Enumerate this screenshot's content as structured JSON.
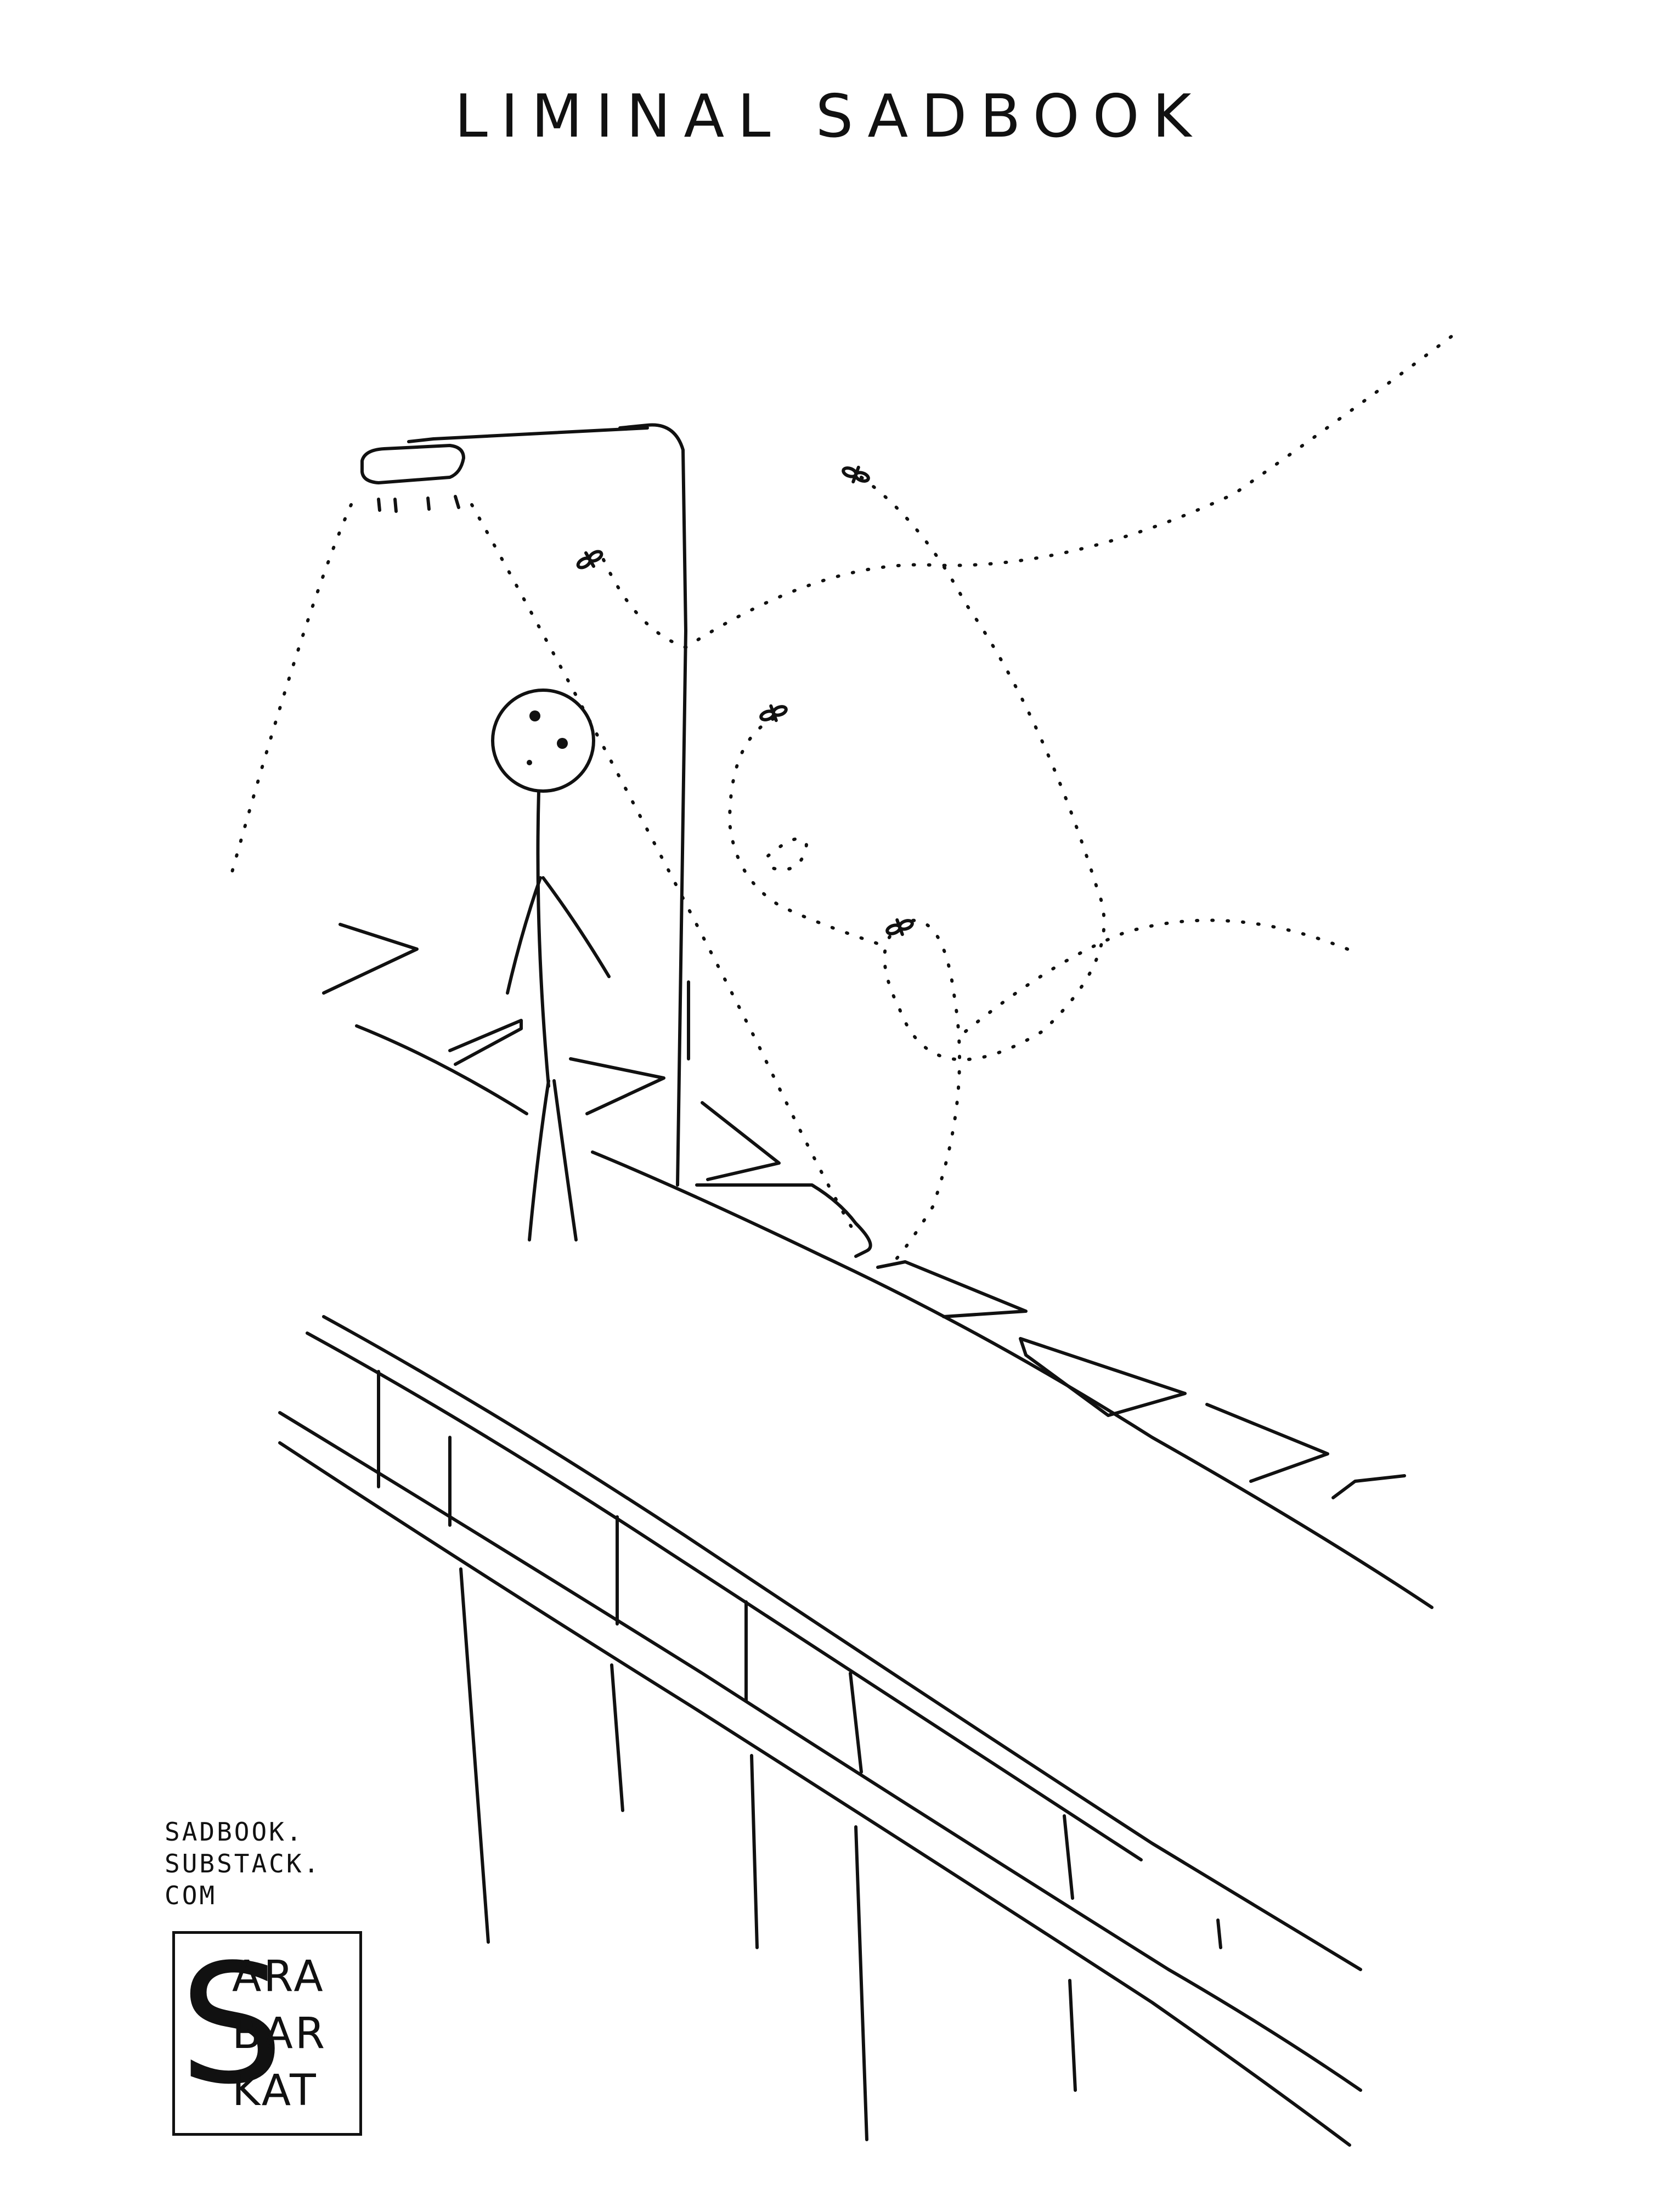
{
  "comic": {
    "title": "LIMINAL SADBOOK",
    "url_lines": [
      "SADBOOK.",
      "SUBSTACK.",
      "COM"
    ],
    "signature": {
      "big_letter": "S",
      "lines": [
        "ARA",
        "BAR",
        "KAT"
      ]
    }
  },
  "palette": {
    "ink": "#111111",
    "paper": "#ffffff"
  }
}
